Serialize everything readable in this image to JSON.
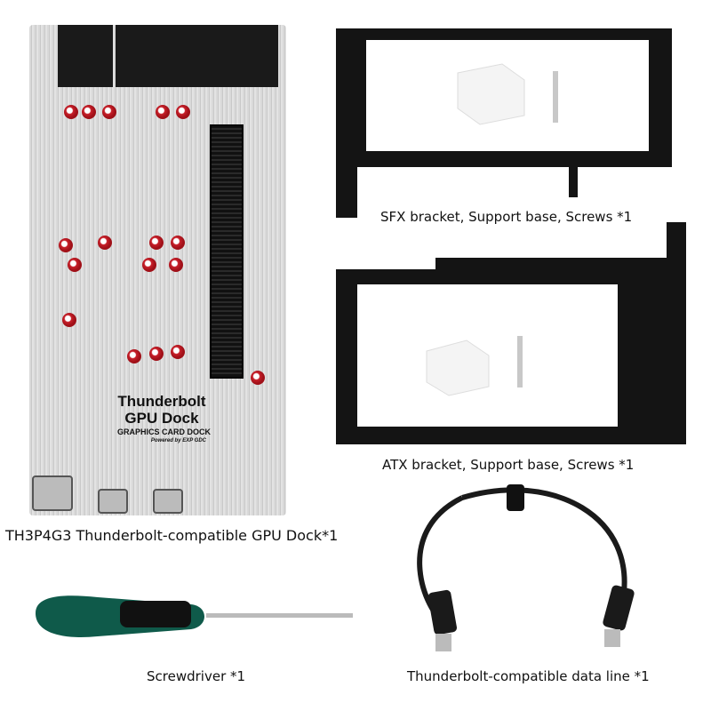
{
  "captions": {
    "dock": "TH3P4G3 Thunderbolt-compatible GPU Dock*1",
    "sfx": "SFX bracket, Support base, Screws  *1",
    "atx": "ATX bracket, Support base, Screws  *1",
    "screwdriver": "Screwdriver *1",
    "cable": "Thunderbolt-compatible data line *1"
  },
  "board_logo": {
    "line1": "Thunderbolt",
    "line2": "GPU Dock",
    "line3": "GRAPHICS CARD DOCK",
    "powered": "Powered by EXP GDC"
  },
  "colors": {
    "bracket": "#111111",
    "board": "#d6d6d6",
    "screwdriver_handle": "#0f5a4a",
    "capacitor": "#b0141c"
  }
}
